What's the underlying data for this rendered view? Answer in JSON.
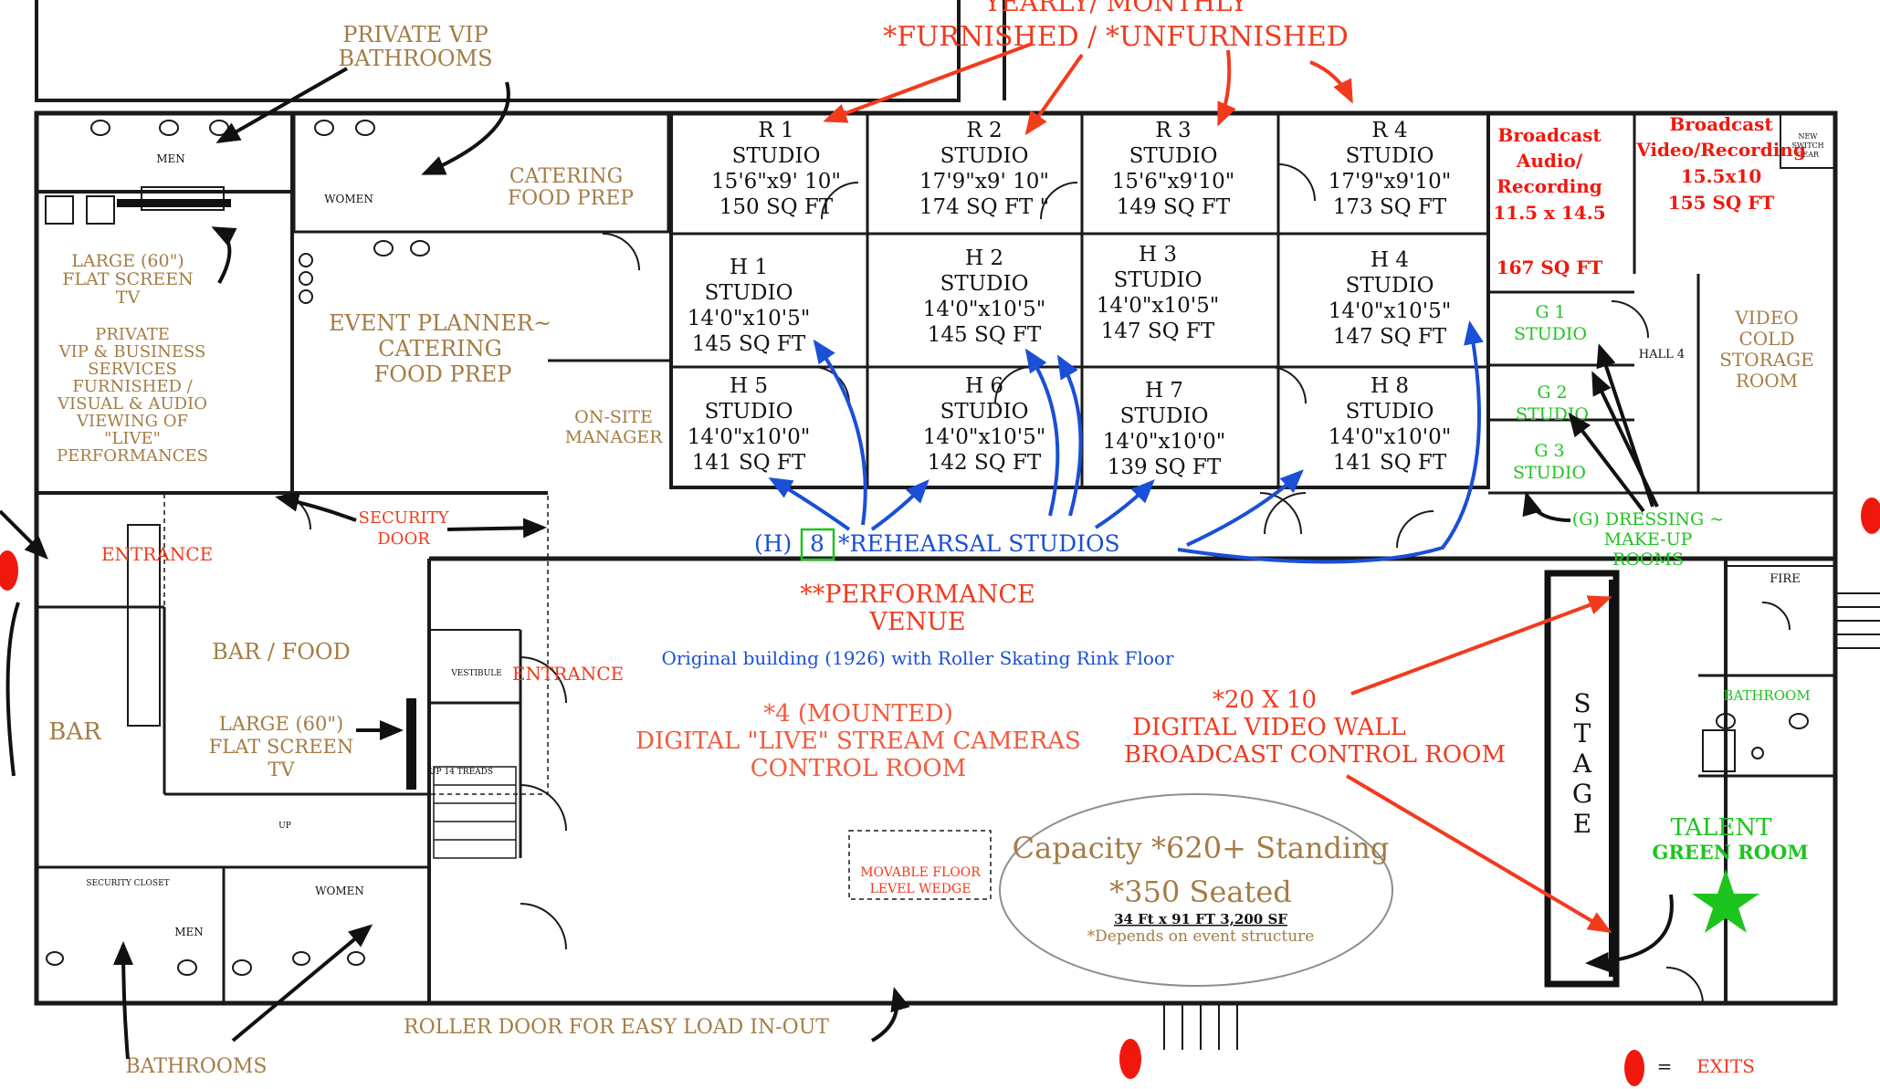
{
  "header": {
    "line1": "YEARLY/ MONTHLY",
    "line2": "*FURNISHED / *UNFURNISHED"
  },
  "labels": {
    "private_vip_1": "PRIVATE VIP",
    "private_vip_2": "BATHROOMS",
    "men_top": "MEN",
    "women_top": "WOMEN",
    "catering_1": "CATERING",
    "catering_2": "FOOD PREP",
    "large_tv_1_a": "LARGE (60\")",
    "large_tv_1_b": "FLAT SCREEN",
    "large_tv_1_c": "TV",
    "vip_services_1": "PRIVATE",
    "vip_services_2": "VIP & BUSINESS",
    "vip_services_3": "SERVICES",
    "vip_services_4": "FURNISHED /",
    "vip_services_5": "VISUAL & AUDIO",
    "vip_services_6": "VIEWING OF",
    "vip_services_7": "\"LIVE\"",
    "vip_services_8": "PERFORMANCES",
    "event_planner_1": "EVENT PLANNER~",
    "event_planner_2": "CATERING",
    "event_planner_3": "FOOD PREP",
    "onsite_1": "ON-SITE",
    "onsite_2": "MANAGER",
    "security_1": "SECURITY",
    "security_2": "DOOR",
    "entrance_left": "ENTRANCE",
    "bar_food": "BAR / FOOD",
    "bar": "BAR",
    "large_tv_2_a": "LARGE (60\")",
    "large_tv_2_b": "FLAT SCREEN",
    "large_tv_2_c": "TV",
    "security_closet": "SECURITY CLOSET",
    "men_bottom": "MEN",
    "women_bottom": "WOMEN",
    "bathrooms_bottom": "BATHROOMS",
    "roller_door": "ROLLER DOOR FOR EASY LOAD IN-OUT",
    "vestibule": "VESTIBULE",
    "entrance_center": "ENTRANCE",
    "up_treads": "UP 14 TREADS",
    "up": "UP",
    "performance_1": "**PERFORMANCE",
    "performance_2": "VENUE",
    "original_building": "Original building (1926) with Roller Skating Rink Floor",
    "cameras_1": "*4 (MOUNTED)",
    "cameras_2": "DIGITAL \"LIVE\" STREAM CAMERAS",
    "cameras_3": "CONTROL ROOM",
    "wedge_1": "MOVABLE FLOOR",
    "wedge_2": "LEVEL WEDGE",
    "video_wall_1": "*20 X 10",
    "video_wall_2": "DIGITAL VIDEO WALL",
    "video_wall_3": "BROADCAST  CONTROL ROOM",
    "capacity_1": "Capacity *620+ Standing",
    "capacity_2": "*350 Seated",
    "capacity_3": "34 Ft x 91 FT  3,200 SF",
    "capacity_4": "*Depends on event structure",
    "stage": [
      "S",
      "T",
      "A",
      "G",
      "E"
    ],
    "talent_1": "TALENT",
    "talent_2": "GREEN ROOM",
    "fire": "FIRE",
    "bathroom_right": "BATHROOM",
    "rehearsal_prefix": "(H)",
    "rehearsal_num": "8",
    "rehearsal_text": "*REHEARSAL STUDIOS",
    "dressing_1": "(G) DRESSING ~",
    "dressing_2": "MAKE-UP",
    "dressing_3": "ROOMS",
    "broadcast_audio_1": "Broadcast",
    "broadcast_audio_2": "Audio/",
    "broadcast_audio_3": "Recording",
    "broadcast_audio_4": "11.5 x 14.5",
    "broadcast_audio_5": "167 SQ FT",
    "broadcast_video_1": "Broadcast",
    "broadcast_video_2": "Video/Recording",
    "broadcast_video_3": "15.5x10",
    "broadcast_video_4": "155 SQ FT",
    "new_switch_1": "NEW",
    "new_switch_2": "SWITCH",
    "new_switch_3": "GEAR",
    "hall": "HALL 4",
    "video_cold_1": "VIDEO",
    "video_cold_2": "COLD",
    "video_cold_3": "STORAGE",
    "video_cold_4": "ROOM",
    "g1_1": "G 1",
    "g1_2": "STUDIO",
    "g2_1": "G 2",
    "g2_2": "STUDIO",
    "g3_1": "G 3",
    "g3_2": "STUDIO",
    "exits_eq": "=",
    "exits": "EXITS"
  },
  "studios": [
    {
      "id": "R 1",
      "type": "STUDIO",
      "dims": "15'6\"x9' 10\"",
      "area": "150 SQ FT"
    },
    {
      "id": "R 2",
      "type": "STUDIO",
      "dims": "17'9\"x9' 10\"",
      "area": "174 SQ FT \""
    },
    {
      "id": "R 3",
      "type": "STUDIO",
      "dims": "15'6\"x9'10\"",
      "area": "149 SQ FT"
    },
    {
      "id": "R 4",
      "type": "STUDIO",
      "dims": "17'9\"x9'10\"",
      "area": "173 SQ FT"
    },
    {
      "id": "H 1",
      "type": "STUDIO",
      "dims": "14'0\"x10'5\"",
      "area": "145 SQ FT"
    },
    {
      "id": "H 2",
      "type": "STUDIO",
      "dims": "14'0\"x10'5\"",
      "area": "145 SQ FT"
    },
    {
      "id": "H 3",
      "type": "STUDIO",
      "dims": "14'0\"x10'5\"",
      "area": "147 SQ FT"
    },
    {
      "id": "H 4",
      "type": "STUDIO",
      "dims": "14'0\"x10'5\"",
      "area": "147 SQ FT"
    },
    {
      "id": "H 5",
      "type": "STUDIO",
      "dims": "14'0\"x10'0\"",
      "area": "141 SQ FT"
    },
    {
      "id": "H 6",
      "type": "STUDIO",
      "dims": "14'0\"x10'5\"",
      "area": "142 SQ FT"
    },
    {
      "id": "H 7",
      "type": "STUDIO",
      "dims": "14'0\"x10'0\"",
      "area": "139 SQ FT"
    },
    {
      "id": "H 8",
      "type": "STUDIO",
      "dims": "14'0\"x10'0\"",
      "area": "141 SQ FT"
    }
  ],
  "colors": {
    "brown": "#a47c45",
    "red": "#f23a1d",
    "blue": "#1a4fd6",
    "green": "#1ec41e",
    "wall": "#1a1a1a",
    "exit": "#f0180c"
  }
}
